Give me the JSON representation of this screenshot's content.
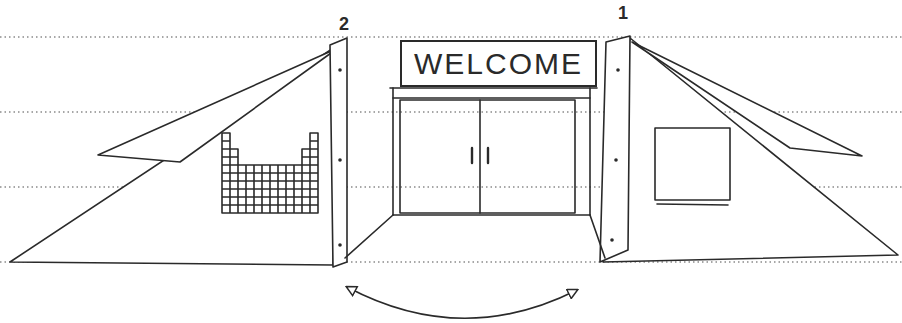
{
  "diagram": {
    "nodes": [
      {
        "text": [
          "WELCOME"
        ]
      }
    ],
    "labels": [
      "2",
      "1"
    ]
  }
}
